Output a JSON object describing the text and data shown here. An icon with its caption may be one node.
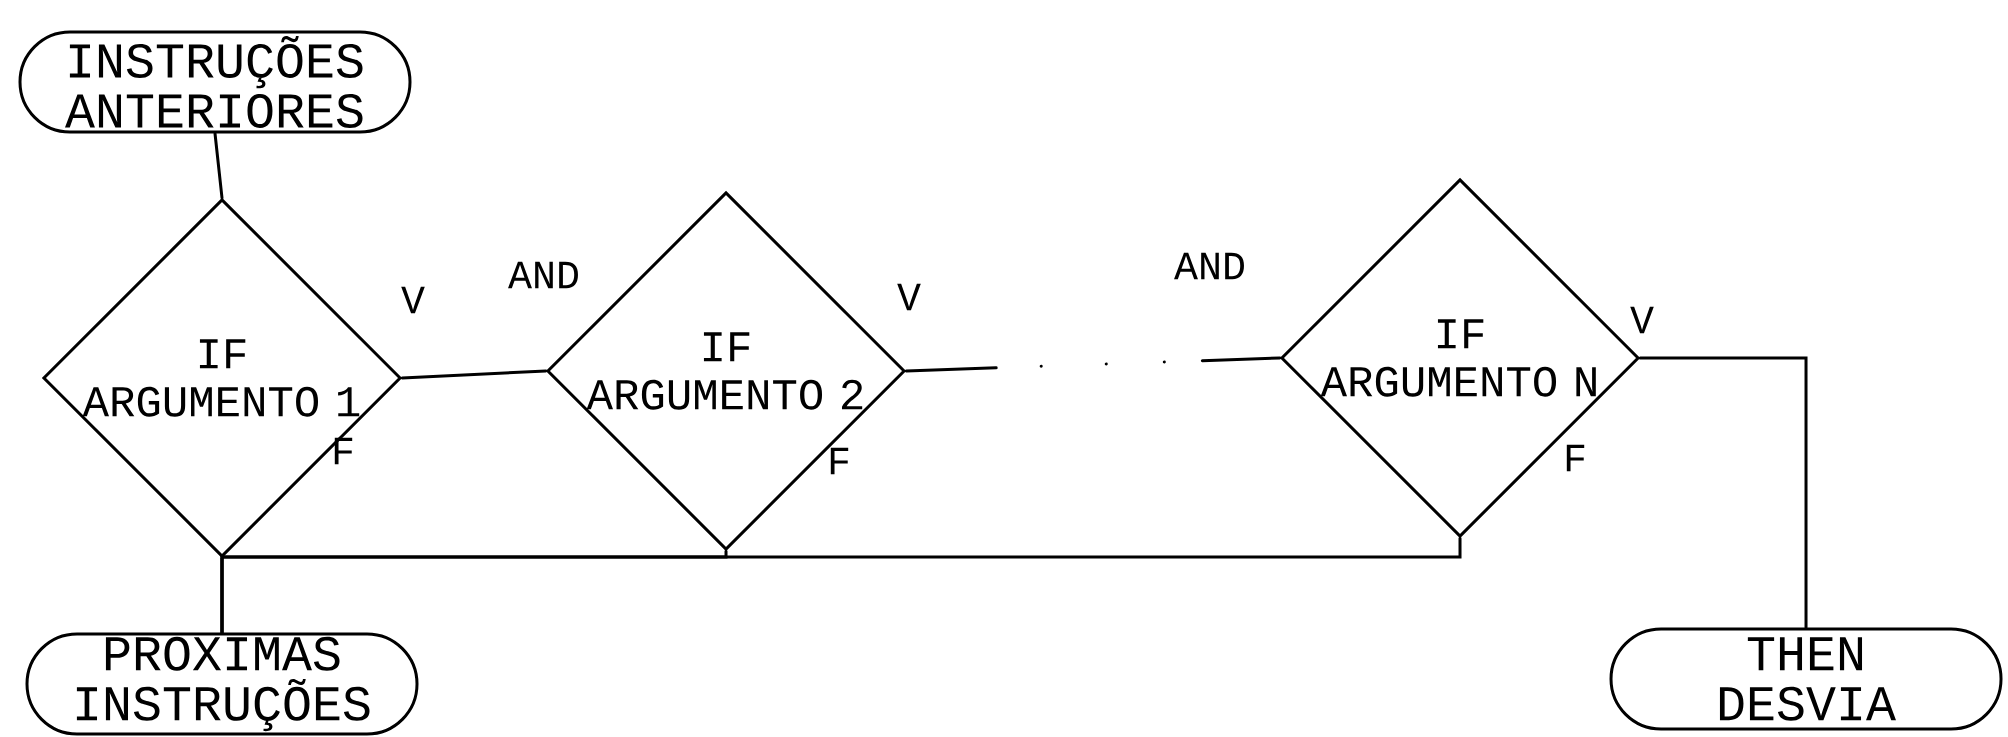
{
  "diagram": {
    "nodes": [
      {
        "text": [
          "INSTRUÇÕES ANTERIORES"
        ]
      },
      {
        "text": [
          "IF ARGUMENTO 1"
        ]
      },
      {
        "text": [
          "IF ARGUMENTO 2"
        ]
      },
      {
        "text": [
          "IF ARGUMENTO N"
        ]
      },
      {
        "text": [
          "PROXIMAS INSTRUÇÕES"
        ]
      },
      {
        "text": [
          "THEN DESVIA"
        ]
      }
    ],
    "edges": [
      {
        "from": 0,
        "to": 1,
        "arrow": "none"
      },
      {
        "from": 1,
        "to": 2,
        "arrow": "none"
      },
      {
        "from": 2,
        "to": 3,
        "arrow": "none",
        "style": "dashed"
      },
      {
        "from": 3,
        "to": 5,
        "arrow": "none"
      },
      {
        "from": 1,
        "to": 4,
        "arrow": "none"
      },
      {
        "from": 2,
        "to": 4,
        "arrow": "none"
      },
      {
        "from": 3,
        "to": 4,
        "arrow": "none"
      }
    ],
    "labels": [
      "V",
      "AND",
      "V",
      "AND",
      "V",
      "F",
      "F",
      "F"
    ]
  }
}
